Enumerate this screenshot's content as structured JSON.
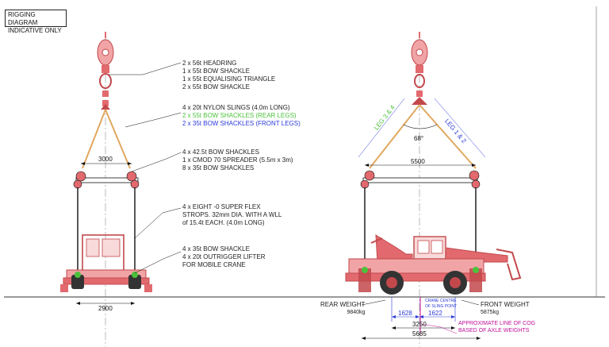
{
  "title": {
    "line1": "RIGGING DIAGRAM",
    "line2": "INDICATIVE ONLY"
  },
  "notes": {
    "headring": "2 x 56t HEADRING",
    "bow_shackle_55": "1 x 55t BOW SHACKLE",
    "equalising_triangle": "1 x 55t EQUALISING TRIANGLE",
    "bow_shackle_55_pair": "2 x 55t BOW SHACKLE",
    "nylon_slings": "4 x 20t NYLON SLINGS (4.0m LONG)",
    "rear_legs": "2 x 55t BOW SHACKLES (REAR LEGS)",
    "front_legs": "2 x 35t BOW SHACKLES (FRONT LEGS)",
    "bow_shackles_42": "4 x 42.5t BOW SHACKLES",
    "spreader": "1 x CMOD 70 SPREADER (5.5m x 3m)",
    "bow_shackles_35": "8 x 35t BOW SHACKLES",
    "strops_1": "4 x EIGHT -0 SUPER FLEX",
    "strops_2": "STROPS. 32mm DIA. WITH A WLL",
    "strops_3": "of 15.4t EACH. (4.0m LONG)",
    "bottom_1": "4 x 35t BOW SHACKLE",
    "bottom_2": "4 x 20t OUTRIGGER LIFTER",
    "bottom_3": "FOR MOBILE CRANE"
  },
  "dimensions": {
    "spreader_width_front": "3000",
    "base_width_front": "2900",
    "spreader_width_side": "5500",
    "angle": "68°",
    "leg_left": "LEG 3 & 4",
    "leg_right": "LEG 1 & 2",
    "dim_1628": "1628",
    "dim_1622": "1622",
    "dim_3250": "3250",
    "dim_5685": "5685",
    "centre_note": "CRANE CENTRE OF SLING POINT"
  },
  "weights": {
    "rear_label": "REAR WEIGHT",
    "rear_value": "9840kg",
    "front_label": "FRONT WEIGHT",
    "front_value": "5875kg",
    "cog_1": "APPROXIMATE LINE OF COG",
    "cog_2": "BASED OF AXLE WEIGHTS"
  },
  "colors": {
    "crane": "#e26a6e",
    "sling": "#e0a860",
    "line": "#111111",
    "green": "#4cc23c",
    "blue": "#2b3ad8",
    "magenta": "#c0109a"
  }
}
